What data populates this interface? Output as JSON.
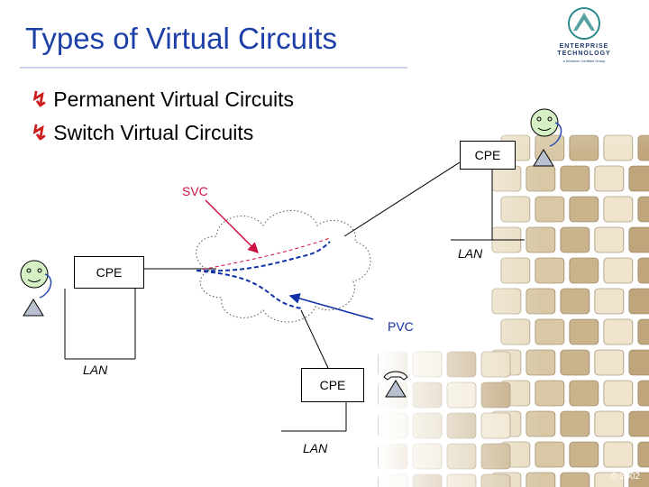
{
  "slide": {
    "title": "Types of Virtual Circuits",
    "bullets": [
      "Permanent Virtual Circuits",
      "Switch Virtual Circuits"
    ],
    "bullet_icon": "lightning-bullet-icon",
    "copyright": "© 2002"
  },
  "logo": {
    "line1": "ENTERPRISE",
    "line2": "TECHNOLOGY",
    "line3": "a Westcon Certified Group"
  },
  "diagram": {
    "cpe_top_right": "CPE",
    "cpe_left": "CPE",
    "cpe_bottom": "CPE",
    "lan_right": "LAN",
    "lan_left": "LAN",
    "lan_bottom": "LAN",
    "svc_label": "SVC",
    "pvc_label": "PVC"
  },
  "colors": {
    "title": "#1d3fa8",
    "svc": "#cc1040",
    "pvc": "#1030a8",
    "bullet": "#cc1c1c"
  }
}
